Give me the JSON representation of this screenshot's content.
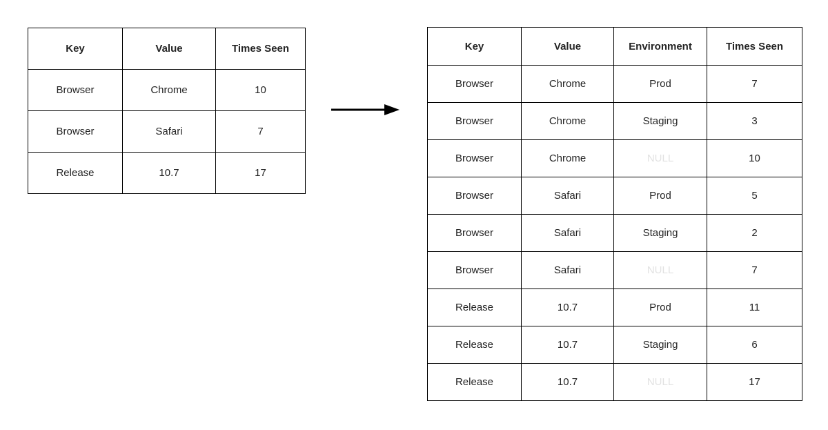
{
  "colors": {
    "border": "#000000",
    "text": "#242424",
    "null_text": "#e2e2e2",
    "background": "#ffffff"
  },
  "arrow": {
    "direction": "right",
    "meaning": "transforms-into"
  },
  "left_table": {
    "headers": [
      "Key",
      "Value",
      "Times Seen"
    ],
    "rows": [
      [
        "Browser",
        "Chrome",
        "10"
      ],
      [
        "Browser",
        "Safari",
        "7"
      ],
      [
        "Release",
        "10.7",
        "17"
      ]
    ]
  },
  "right_table": {
    "headers": [
      "Key",
      "Value",
      "Environment",
      "Times Seen"
    ],
    "rows": [
      [
        "Browser",
        "Chrome",
        "Prod",
        "7"
      ],
      [
        "Browser",
        "Chrome",
        "Staging",
        "3"
      ],
      [
        "Browser",
        "Chrome",
        "NULL",
        "10"
      ],
      [
        "Browser",
        "Safari",
        "Prod",
        "5"
      ],
      [
        "Browser",
        "Safari",
        "Staging",
        "2"
      ],
      [
        "Browser",
        "Safari",
        "NULL",
        "7"
      ],
      [
        "Release",
        "10.7",
        "Prod",
        "11"
      ],
      [
        "Release",
        "10.7",
        "Staging",
        "6"
      ],
      [
        "Release",
        "10.7",
        "NULL",
        "17"
      ]
    ]
  }
}
